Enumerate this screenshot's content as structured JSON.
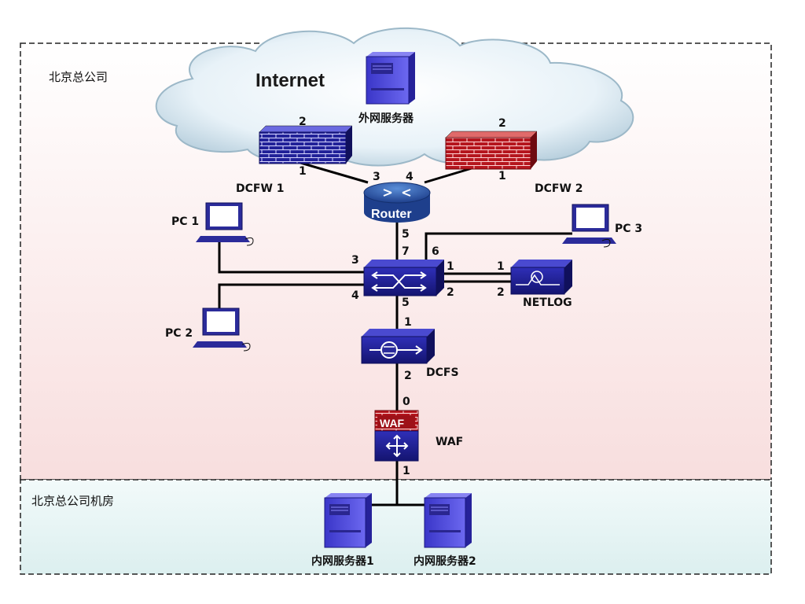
{
  "zones": {
    "hq": "北京总公司",
    "datacenter": "北京总公司机房"
  },
  "cloud": {
    "label": "Internet"
  },
  "devices": {
    "external_server": "外网服务器",
    "dcfw1": "DCFW 1",
    "dcfw2": "DCFW 2",
    "router": "Router",
    "pc1": "PC 1",
    "pc2": "PC 2",
    "pc3": "PC 3",
    "netlog": "NETLOG",
    "dcfs": "DCFS",
    "waf": "WAF",
    "waf_badge": "WAF",
    "internal_server1": "内网服务器1",
    "internal_server2": "内网服务器2"
  },
  "ports": {
    "dcfw1_top": "2",
    "dcfw1_bottom": "1",
    "dcfw2_top": "2",
    "dcfw2_bottom": "1",
    "router_left": "3",
    "router_right": "4",
    "router_down": "5",
    "switch_up": "7",
    "switch_up_right": "6",
    "switch_left_top": "3",
    "switch_left_bottom": "4",
    "switch_right_top": "1",
    "switch_right_bottom": "2",
    "switch_down": "5",
    "netlog_top": "1",
    "netlog_bottom": "2",
    "dcfs_top": "1",
    "dcfs_bottom": "2",
    "waf_top": "0",
    "waf_bottom": "1"
  },
  "colors": {
    "device_blue": "#1c1c8e",
    "firewall_red": "#b01820",
    "hq_zone_tint": "#fbe3e3",
    "dc_zone_tint": "#e4f3f3"
  }
}
